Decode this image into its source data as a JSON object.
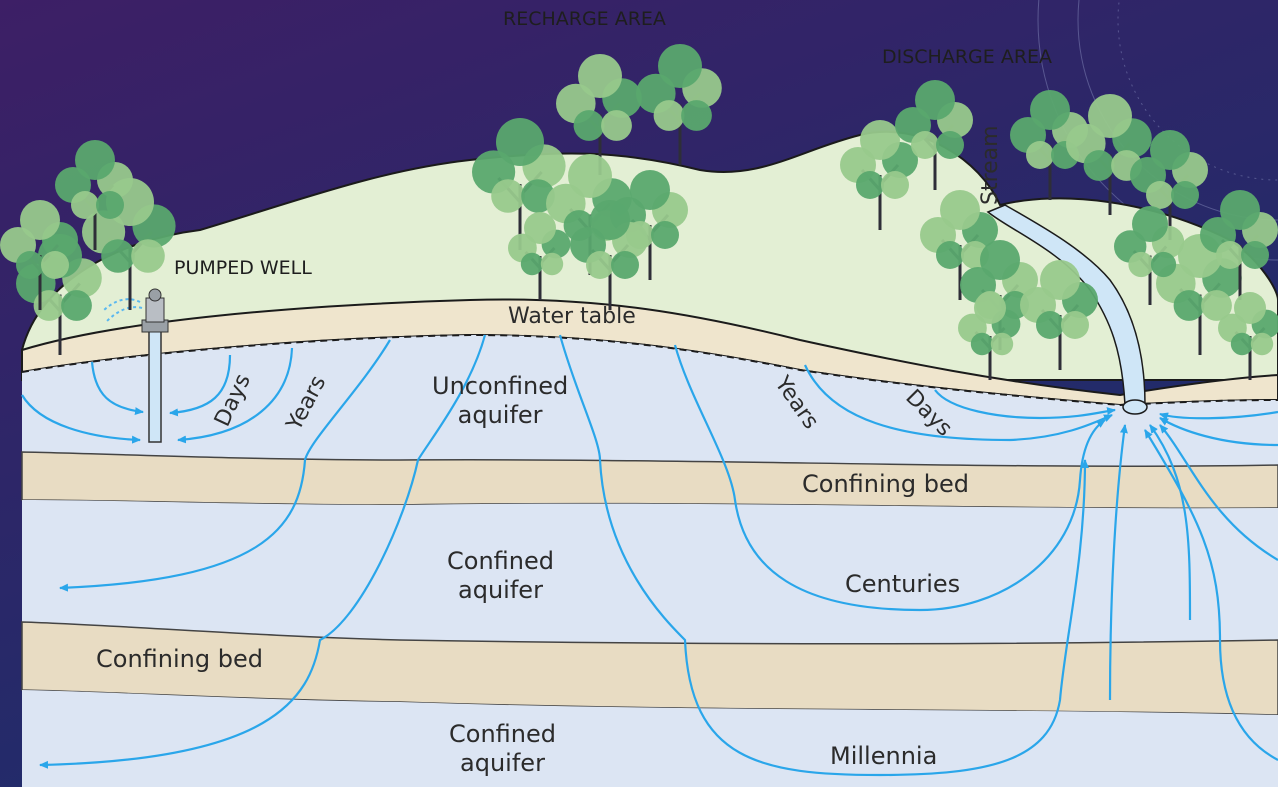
{
  "labels": {
    "recharge_area": "RECHARGE AREA",
    "discharge_area": "DISCHARGE AREA",
    "pumped_well": "PUMPED WELL",
    "stream": "Stream",
    "water_table": "Water table",
    "unconfined_aquifer_line1": "Unconfined",
    "unconfined_aquifer_line2": "aquifer",
    "confining_bed_upper": "Confining bed",
    "confined_aquifer_upper_line1": "Confined",
    "confined_aquifer_upper_line2": "aquifer",
    "confining_bed_lower": "Confining bed",
    "confined_aquifer_lower_line1": "Confined",
    "confined_aquifer_lower_line2": "aquifer",
    "days_left": "Days",
    "years_left": "Years",
    "years_right": "Years",
    "days_right": "Days",
    "centuries": "Centuries",
    "millennia": "Millennia"
  },
  "colors": {
    "background_top": "#3a1f66",
    "background_bottom": "#1c2f6e",
    "land": "#e3efd4",
    "unsaturated_zone": "#efe5cd",
    "aquifer": "#dce5f3",
    "confining_bed": "#e8dcc3",
    "flow_line": "#2aa6ea",
    "tree_light": "#98c98c",
    "tree_dark": "#5aa86e",
    "trunk": "#2e2e38",
    "stream": "#cfe6f7"
  }
}
